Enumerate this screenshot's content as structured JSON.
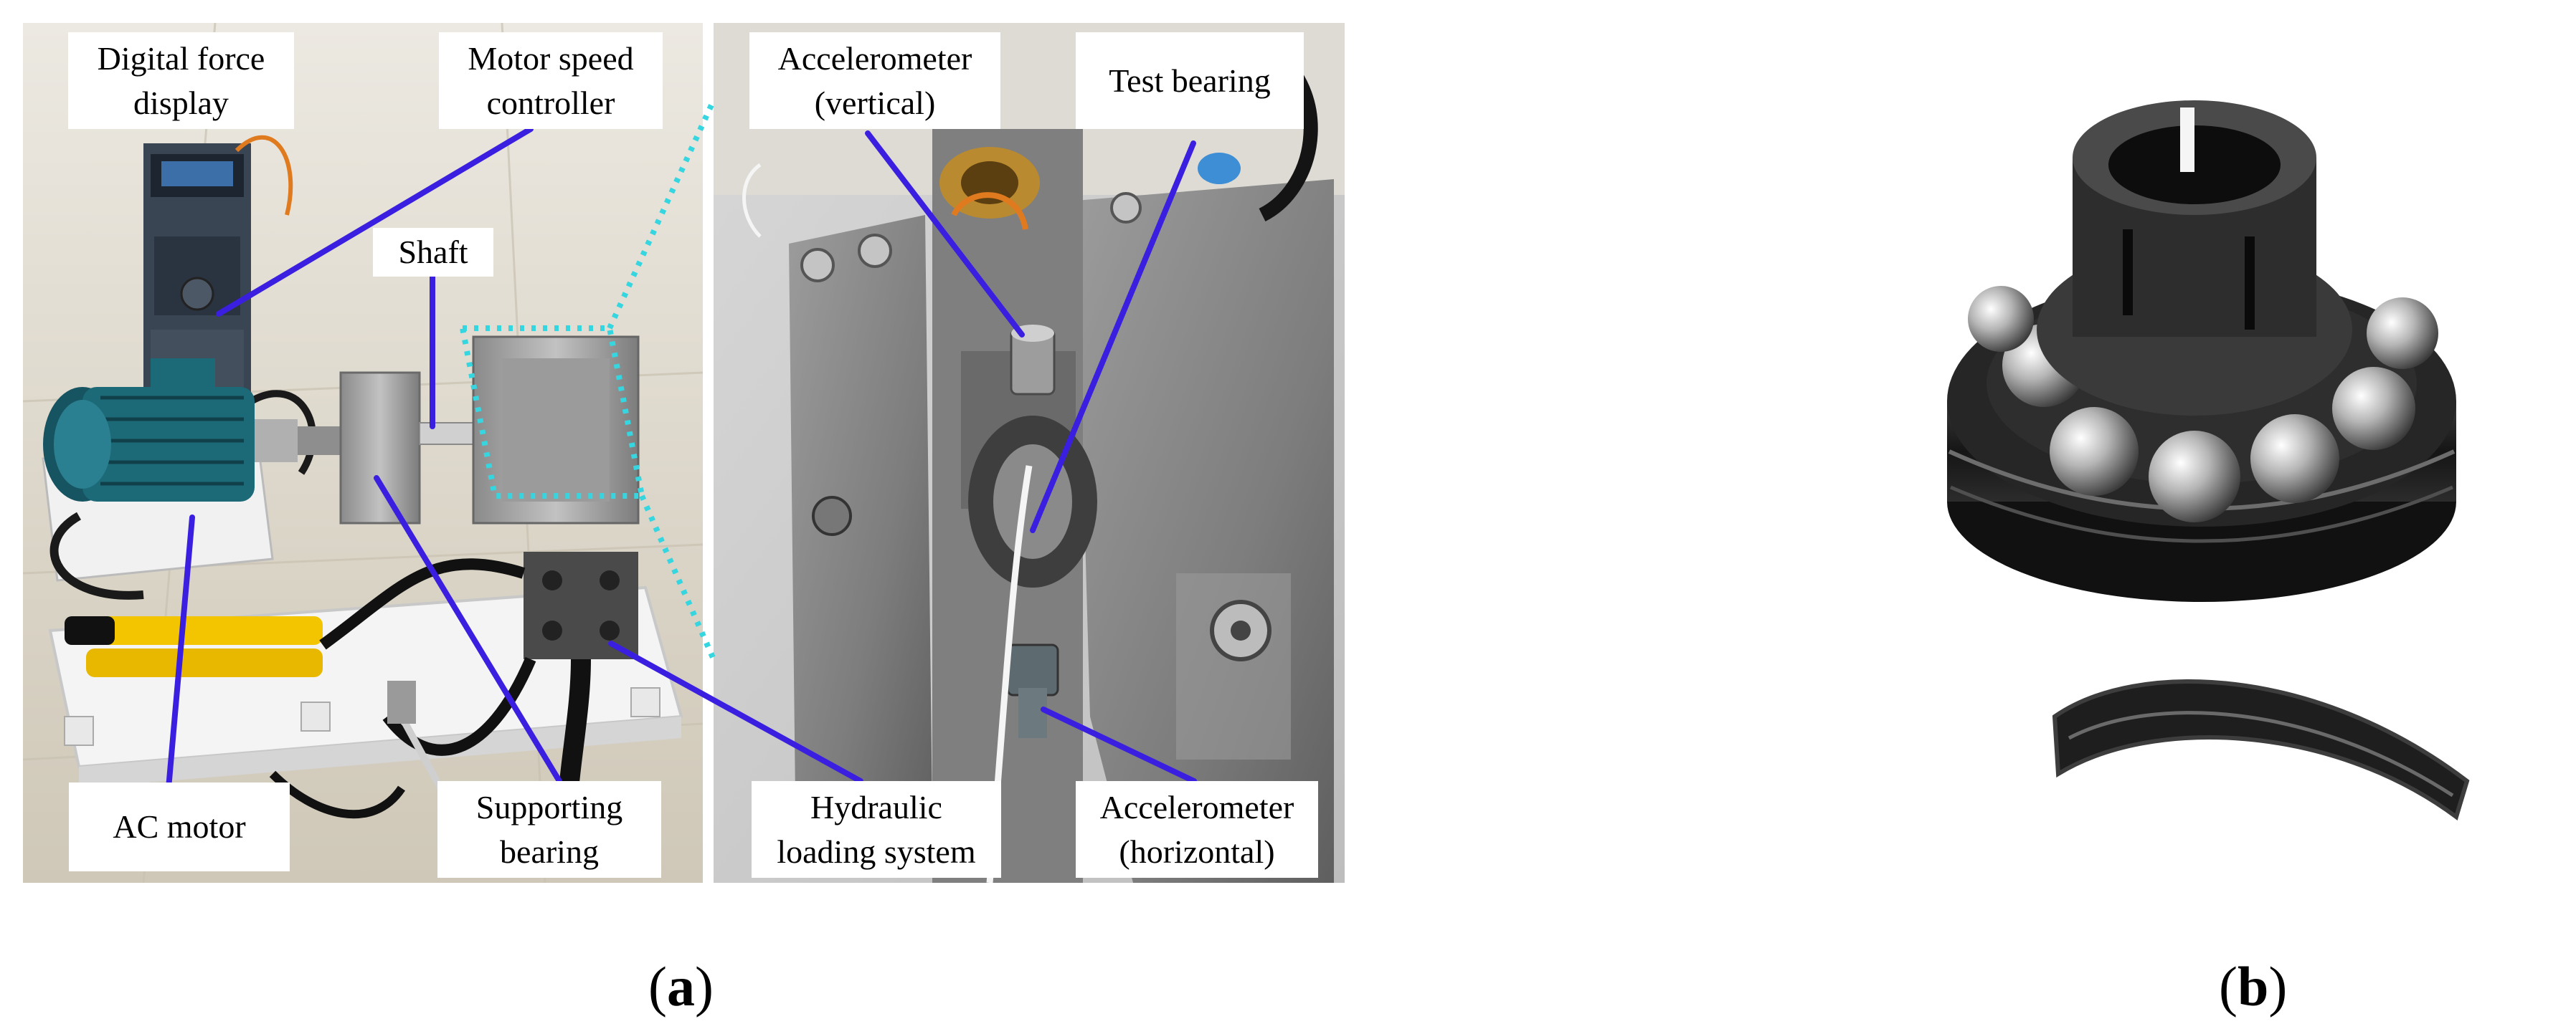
{
  "figure": {
    "panel_a": {
      "caption_open": "(",
      "caption_letter": "a",
      "caption_close": ")",
      "labels": {
        "digital_force_display": "Digital force\ndisplay",
        "motor_speed_controller": "Motor speed\ncontroller",
        "shaft": "Shaft",
        "ac_motor": "AC motor",
        "supporting_bearing": "Supporting\nbearing",
        "accelerometer_vertical": "Accelerometer\n(vertical)",
        "test_bearing": "Test bearing",
        "hydraulic_loading_system": "Hydraulic\nloading system",
        "accelerometer_horizontal": "Accelerometer\n(horizontal)"
      }
    },
    "panel_b": {
      "caption_open": "(",
      "caption_letter": "b",
      "caption_close": ")"
    },
    "colors": {
      "leader_line": "#3a1fe0",
      "zoom_outline": "#35d6e0",
      "label_background": "#ffffff",
      "photo_floor": "#d9d3c4",
      "photo_wall": "#ece9e2",
      "metal_dark": "#6e6e6e",
      "metal_light": "#b9b9b9",
      "motor_teal": "#1c6a78",
      "pump_yellow": "#f2c500",
      "bearing_black": "#1e1e1e",
      "ball_silver": "#c8c8c8"
    }
  }
}
